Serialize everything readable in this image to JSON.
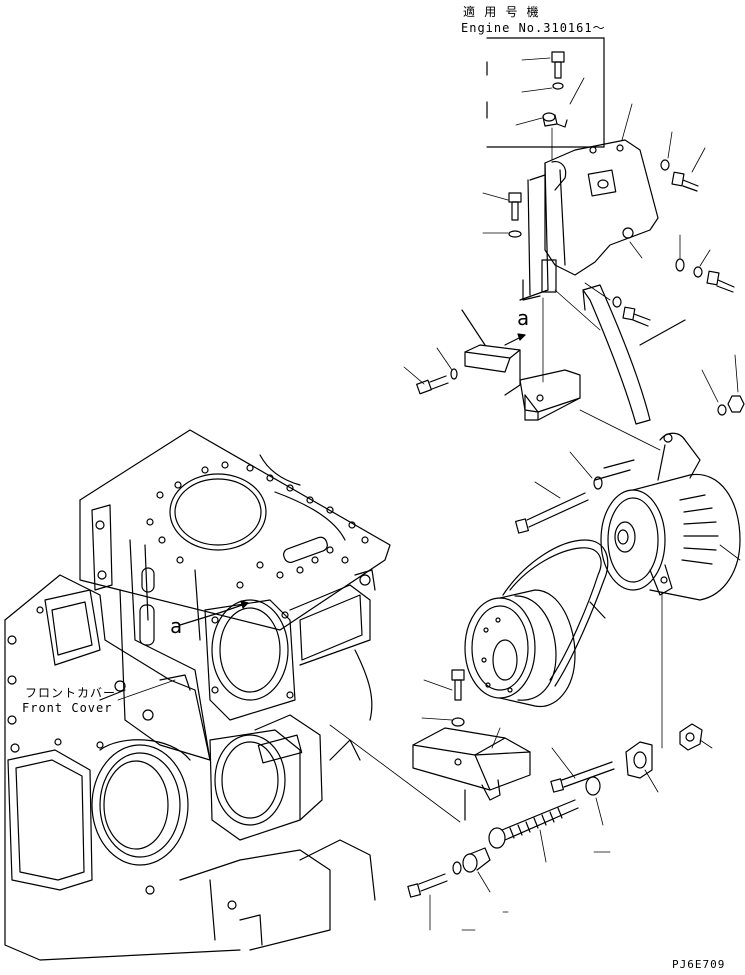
{
  "header": {
    "applicable_models_jp": "適 用 号 機",
    "engine_range": "Engine No.310161～"
  },
  "callouts": {
    "front_cover_jp": "フロントカバー",
    "front_cover_en": "Front Cover",
    "detail_a_upper": "a",
    "detail_a_lower": "a"
  },
  "footer": {
    "drawing_code": "PJ6E709"
  },
  "colors": {
    "ink": "#000000",
    "paper": "#ffffff"
  }
}
